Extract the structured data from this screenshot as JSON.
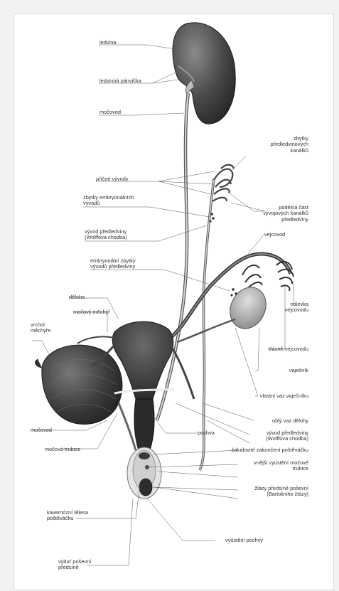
{
  "labels": {
    "ledvina": "ledvina",
    "ledvinna_panvicka": "ledvinná pánvička",
    "mocovod_upper": "močovod",
    "zbytky_predledvinovych": "zbytky\npředledvinových\nkanálků",
    "pricne_vyvody": "příčné vývody",
    "zbytky_embryonalnich": "zbytky embryonálních\nvývodů",
    "podelna_cast": "podélná část\nvývojových kanálků\npředledviny",
    "vyvod_predledviny_left": "vývod předledviny\n(Wolffova chodba)",
    "vejcovod": "vejcovod",
    "embryonalni_zbytky": "embryonální zbytky\nvývodů předledviny",
    "deloha": "děloha",
    "nalevka_vejcovodu": "nálevka\nvejcovodu",
    "mocovy_mechyr": "močový měchýř",
    "vrchol_mechyre": "vrchol\nměchýře",
    "tasne_vejcovodu": "třásně vejcovodu",
    "vajecnik": "vaječník",
    "vlastni_vaz": "vlastní vaz vaječníku",
    "obly_vaz": "oblý vaz dělohy",
    "mocovod_lower": "močovod",
    "vyvod_predledviny_right": "vývod předledviny\n(Wolffova chodba)",
    "pochva": "pochva",
    "mocova_trubice": "močová trubice",
    "zaludovite": "žaludovité zakončení poštěváčku",
    "vnejsi_vyusteni": "vnější vyústění močové\ntrubice",
    "zlazy": "žlázy předsíně poševní\n(Bartoliniho žlázy)",
    "kavernozni_telesa": "kavernózní tělesa\npoštěváčku",
    "vyusteni_pochvy": "vyústění pochvy",
    "vyduť": "výduť poševní\npředsíně"
  },
  "colors": {
    "organ_dark": "#3a3a3a",
    "organ_mid": "#6e6e6e",
    "organ_light": "#b8b8b8",
    "leader_line": "#555555"
  }
}
